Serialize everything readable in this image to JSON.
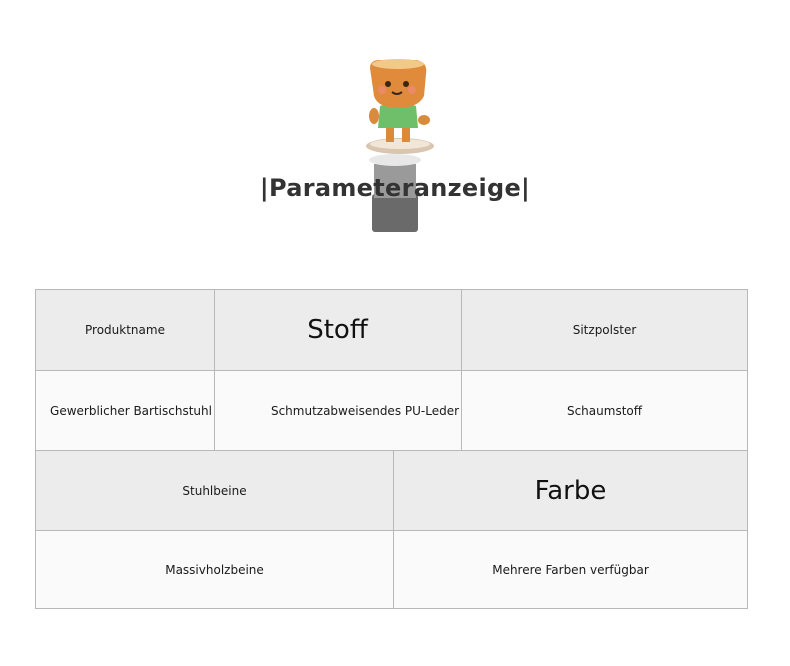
{
  "heading": "|Parameteranzeige|",
  "mascot_icon": "tree-stump-mascot-icon",
  "table": {
    "row1": {
      "a": "Produktname",
      "b": "Stoff",
      "c": "Sitzpolster"
    },
    "row2": {
      "a": "Gewerblicher Bartischstuhl",
      "b": "Schmutzabweisendes PU-Leder",
      "c": "Schaumstoff"
    },
    "row3": {
      "a": "Stuhlbeine",
      "b": "Farbe"
    },
    "row4": {
      "a": "Massivholzbeine",
      "b": "Mehrere Farben verfügbar"
    }
  },
  "colors": {
    "shaded_row": "#ececec",
    "plain_row": "#fafafa",
    "border": "#b8b8b8",
    "heading": "#333333"
  }
}
